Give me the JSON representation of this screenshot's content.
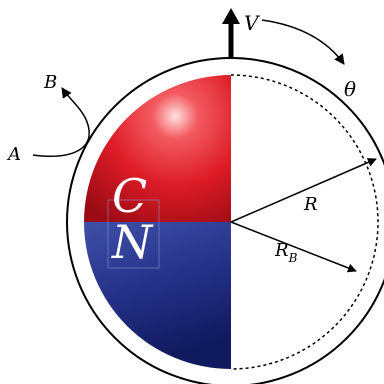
{
  "labels": {
    "V": "V",
    "theta": "θ",
    "A": "A",
    "B": "B",
    "R": "R",
    "RB_main": "R",
    "RB_sub": "B",
    "C": "C",
    "N": "N"
  },
  "colors": {
    "red_top": "#e0212b",
    "red_highlight": "#ffd0d0",
    "red_dark": "#9a0b14",
    "blue_top": "#3a4aa3",
    "blue_dark": "#101a5e",
    "outline": "#000000"
  }
}
